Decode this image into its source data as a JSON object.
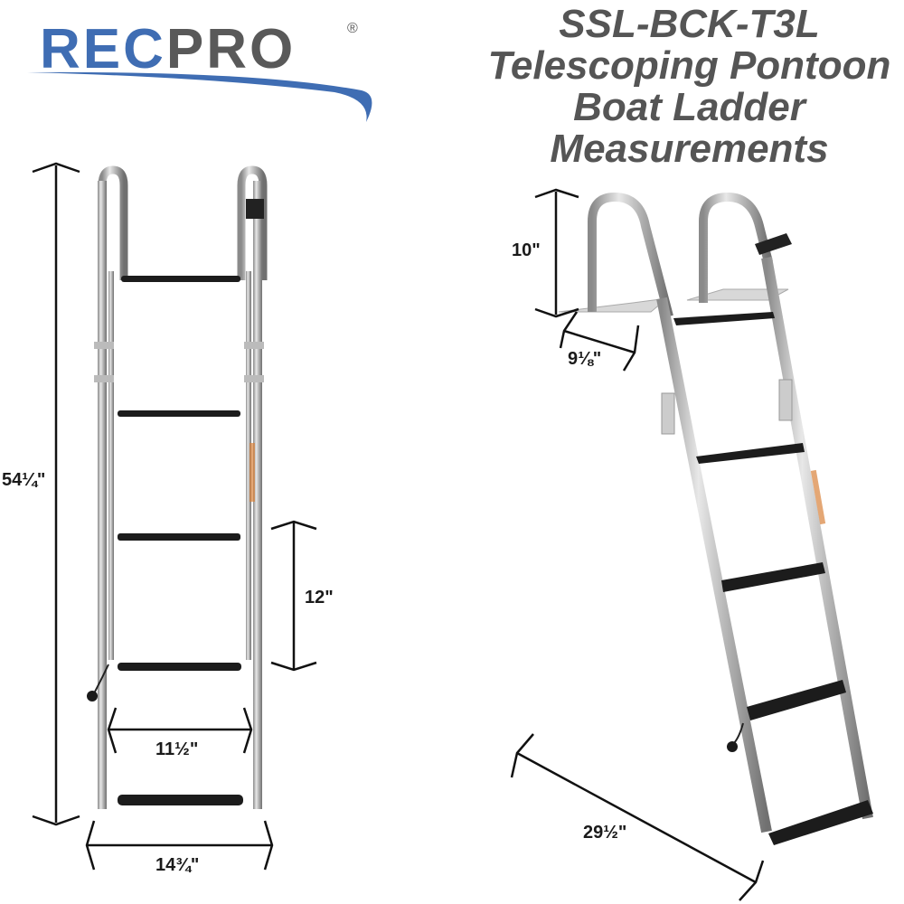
{
  "brand": {
    "name_part1": "Rec",
    "name_part2": "Pro",
    "registered_mark": "®",
    "colors": {
      "primary_blue": "#3f6db3",
      "gray": "#595959"
    }
  },
  "title": {
    "lines": [
      "SSL-BCK-T3L",
      "Telescoping Pontoon",
      "Boat Ladder",
      "Measurements"
    ],
    "color": "#555555"
  },
  "front_view": {
    "overall_height": "54¼\"",
    "step_spacing": "12\"",
    "inner_step_width": "11½\"",
    "outer_width": "14¾\"",
    "steps": 5
  },
  "side_view": {
    "handle_height": "10\"",
    "mount_depth": "9⅛\"",
    "extended_length": "29½\"",
    "steps": 5
  }
}
